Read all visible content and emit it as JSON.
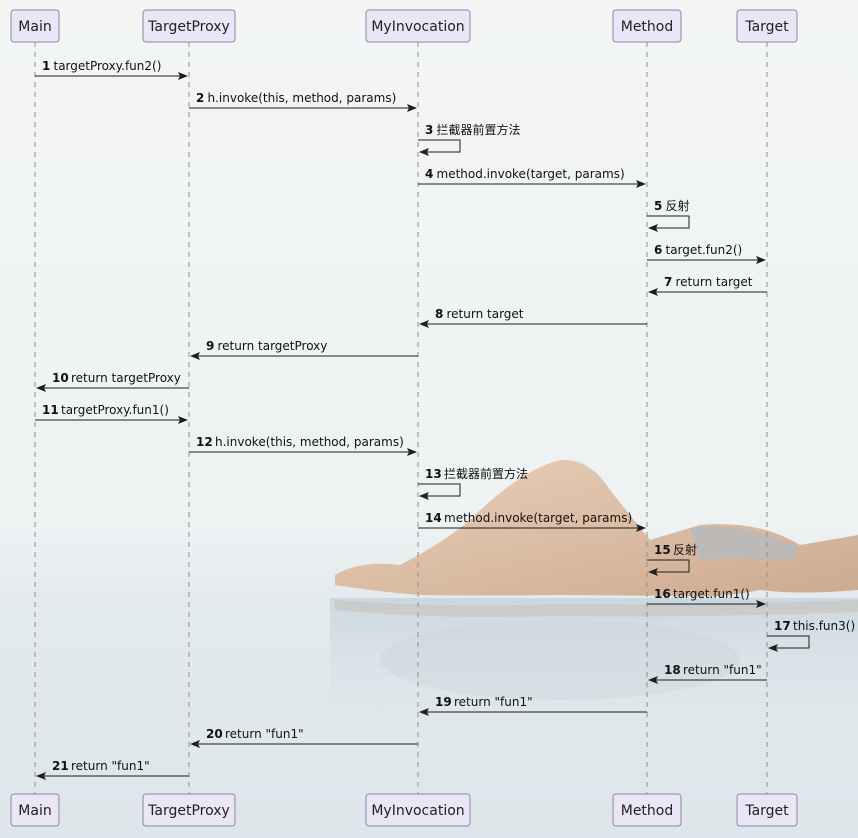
{
  "participants": [
    "Main",
    "TargetProxy",
    "MyInvocation",
    "Method",
    "Target"
  ],
  "messages": [
    {
      "n": "1",
      "from": 0,
      "to": 1,
      "text": "targetProxy.fun2()",
      "ret": false
    },
    {
      "n": "2",
      "from": 1,
      "to": 2,
      "text": "h.invoke(this, method, params)",
      "ret": false
    },
    {
      "n": "3",
      "from": 2,
      "to": 2,
      "text": "拦截器前置方法",
      "ret": false
    },
    {
      "n": "4",
      "from": 2,
      "to": 3,
      "text": "method.invoke(target, params)",
      "ret": false
    },
    {
      "n": "5",
      "from": 3,
      "to": 3,
      "text": "反射",
      "ret": false
    },
    {
      "n": "6",
      "from": 3,
      "to": 4,
      "text": "target.fun2()",
      "ret": false
    },
    {
      "n": "7",
      "from": 4,
      "to": 3,
      "text": "return target",
      "ret": true
    },
    {
      "n": "8",
      "from": 3,
      "to": 2,
      "text": "return target",
      "ret": true
    },
    {
      "n": "9",
      "from": 2,
      "to": 1,
      "text": "return targetProxy",
      "ret": true
    },
    {
      "n": "10",
      "from": 1,
      "to": 0,
      "text": "return targetProxy",
      "ret": true
    },
    {
      "n": "11",
      "from": 0,
      "to": 1,
      "text": "targetProxy.fun1()",
      "ret": false
    },
    {
      "n": "12",
      "from": 1,
      "to": 2,
      "text": "h.invoke(this, method, params)",
      "ret": false
    },
    {
      "n": "13",
      "from": 2,
      "to": 2,
      "text": "拦截器前置方法",
      "ret": false
    },
    {
      "n": "14",
      "from": 2,
      "to": 3,
      "text": "method.invoke(target, params)",
      "ret": false
    },
    {
      "n": "15",
      "from": 3,
      "to": 3,
      "text": "反射",
      "ret": false
    },
    {
      "n": "16",
      "from": 3,
      "to": 4,
      "text": "target.fun1()",
      "ret": false
    },
    {
      "n": "17",
      "from": 4,
      "to": 4,
      "text": "this.fun3()",
      "ret": false
    },
    {
      "n": "18",
      "from": 4,
      "to": 3,
      "text": "return \"fun1\"",
      "ret": true
    },
    {
      "n": "19",
      "from": 3,
      "to": 2,
      "text": "return \"fun1\"",
      "ret": true
    },
    {
      "n": "20",
      "from": 2,
      "to": 1,
      "text": "return \"fun1\"",
      "ret": true
    },
    {
      "n": "21",
      "from": 1,
      "to": 0,
      "text": "return \"fun1\"",
      "ret": true
    }
  ],
  "colors": {
    "background_top": "#f4f6f6",
    "background_water": "#dfe8ec",
    "participant_fill": "#e9e6f5",
    "participant_border": "#8c86a8",
    "arrow": "#1e1e1e",
    "lifeline": "#8f8f8f"
  }
}
